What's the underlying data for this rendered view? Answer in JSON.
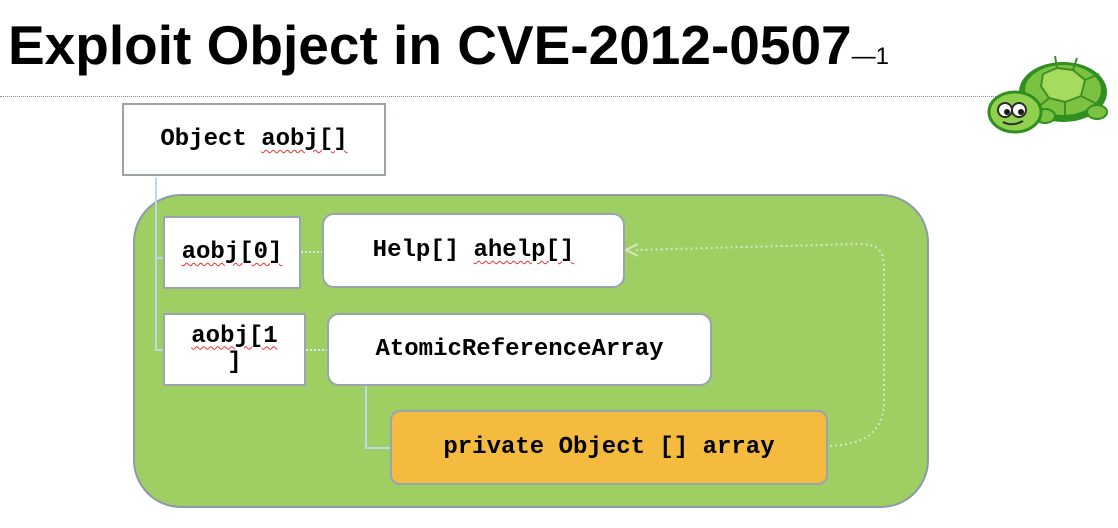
{
  "slide": {
    "title": "Exploit Object in CVE-2012-0507",
    "title_suffix": "—1"
  },
  "diagram": {
    "outer_label_prefix": "Object ",
    "outer_label_var": "aobj[]",
    "slot0_label": "aobj[0]",
    "slot1_line1": "aobj[1",
    "slot1_line2": "]",
    "help_prefix": "Help[] ",
    "help_var": "ahelp[]",
    "atomic_label": "AtomicReferenceArray",
    "private_label": "private Object [] array"
  },
  "colors": {
    "container_fill": "#9fce63",
    "highlight_fill": "#f4bb3e",
    "connector": "#b9dbe8",
    "box_border": "#9aa4ad"
  },
  "icons": [
    "turtle-mascot-icon"
  ]
}
